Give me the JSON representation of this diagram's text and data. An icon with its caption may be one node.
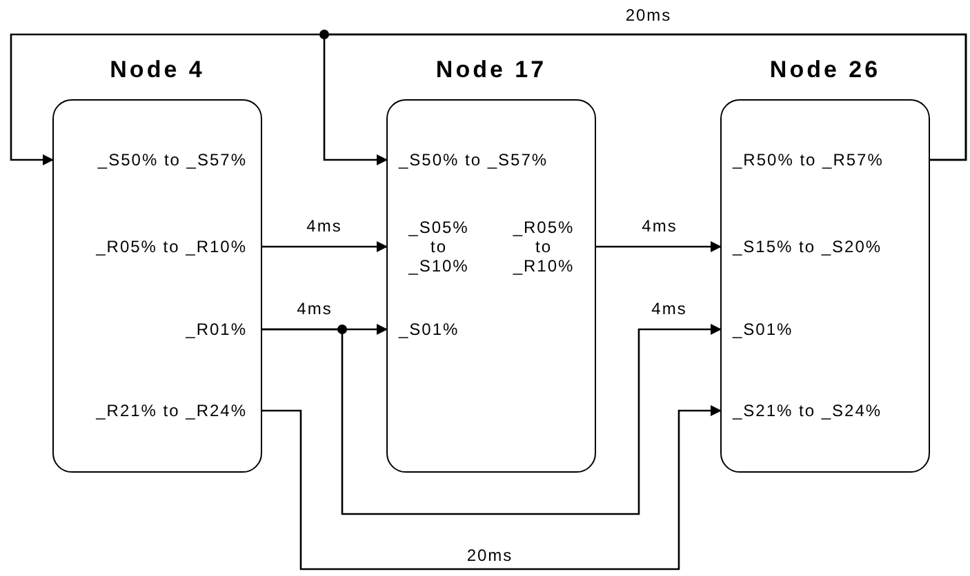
{
  "diagram": {
    "nodes": [
      {
        "text": [
          "Node 4"
        ]
      },
      {
        "text": [
          "_S50% to _S57%"
        ],
        "in": 0
      },
      {
        "text": [
          "_R05% to _R10%"
        ],
        "in": 0
      },
      {
        "text": [
          "_R01%"
        ],
        "in": 0
      },
      {
        "text": [
          "_R21% to _R24%"
        ],
        "in": 0
      },
      {
        "text": [
          "Node 17"
        ]
      },
      {
        "text": [
          "_S50% to _S57%"
        ],
        "in": 5
      },
      {
        "text": [
          "_S05% to _S10%"
        ],
        "in": 5
      },
      {
        "text": [
          "_R05% to _R10%"
        ],
        "in": 5
      },
      {
        "text": [
          "_S01%"
        ],
        "in": 5
      },
      {
        "text": [
          "Node 26"
        ]
      },
      {
        "text": [
          "_R50% to _R57%"
        ],
        "in": 10
      },
      {
        "text": [
          "_S15% to _S20%"
        ],
        "in": 10
      },
      {
        "text": [
          "_S01%"
        ],
        "in": 10
      },
      {
        "text": [
          "_S21% to _S24%"
        ],
        "in": 10
      }
    ],
    "edges": [
      {
        "from": 11,
        "to": 1,
        "arrow": "to",
        "label": "20ms"
      },
      {
        "from": 11,
        "to": 6,
        "arrow": "to"
      },
      {
        "from": 2,
        "to": 7,
        "arrow": "to",
        "label": "4ms"
      },
      {
        "from": 8,
        "to": 12,
        "arrow": "to",
        "label": "4ms"
      },
      {
        "from": 3,
        "to": 9,
        "arrow": "to",
        "label": "4ms"
      },
      {
        "from": 3,
        "to": 13,
        "arrow": "to",
        "label": "4ms"
      },
      {
        "from": 4,
        "to": 14,
        "arrow": "to",
        "label": "20ms"
      }
    ]
  }
}
